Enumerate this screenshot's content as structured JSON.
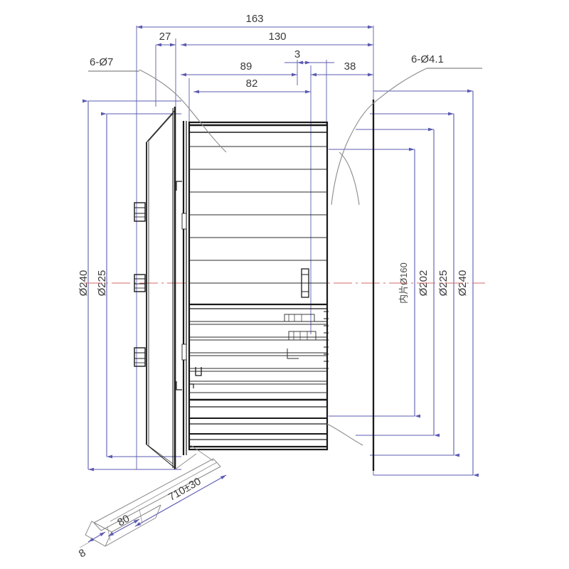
{
  "drawing": {
    "title": "Centrifugal Blower Assembly Cross-Section Drawing",
    "colors": {
      "dimension_line": "#5b5bb0",
      "outline": "#1a1a1a",
      "centerline": "#d46a6a",
      "hatch": "#2b2b2b",
      "leader": "#7a7a7a",
      "text": "#3a3a3a",
      "background": "#ffffff"
    },
    "horizontal_dimensions": [
      {
        "name": "overall-length",
        "label": "163"
      },
      {
        "name": "flange-offset",
        "label": "27"
      },
      {
        "name": "body-length",
        "label": "130"
      },
      {
        "name": "inner-length",
        "label": "89"
      },
      {
        "name": "blade-length",
        "label": "82"
      },
      {
        "name": "plate-thickness",
        "label": "3"
      },
      {
        "name": "outlet-length",
        "label": "38"
      }
    ],
    "vertical_dimensions_left": [
      {
        "name": "outer-diameter-left",
        "label": "Ø240"
      },
      {
        "name": "bolt-circle-left",
        "label": "Ø225"
      }
    ],
    "vertical_dimensions_right": [
      {
        "name": "inner-blade-diameter",
        "label": "内片Ø160"
      },
      {
        "name": "impeller-diameter",
        "label": "Ø202"
      },
      {
        "name": "bolt-circle-right",
        "label": "Ø225"
      },
      {
        "name": "outer-diameter-right",
        "label": "Ø240"
      }
    ],
    "leader_callouts": [
      {
        "name": "hole-callout-left",
        "label": "6-Ø7"
      },
      {
        "name": "hole-callout-right",
        "label": "6-Ø4.1"
      }
    ],
    "angled_dimensions": [
      {
        "name": "lead-wire-length",
        "label": "710±30"
      },
      {
        "name": "terminal-width",
        "label": "80"
      },
      {
        "name": "terminal-thickness",
        "label": "8"
      }
    ]
  }
}
